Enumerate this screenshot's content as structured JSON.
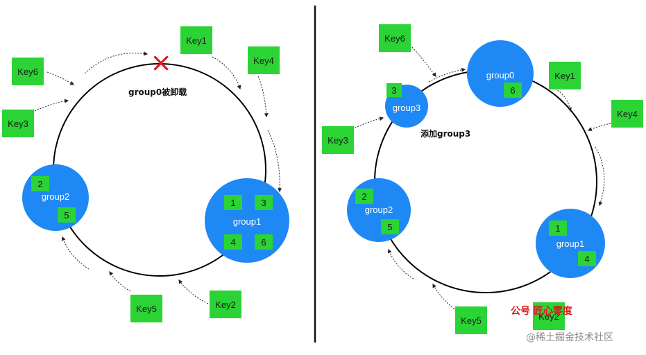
{
  "colors": {
    "key_green": "#2bd335",
    "group_blue": "#1e88f5",
    "ring": "#000000",
    "remove_mark": "#e0191f",
    "watermark_red": "#e0191f",
    "watermark_gray": "#8a8a8a"
  },
  "left": {
    "caption": "group0被卸载",
    "removed_mark": "×",
    "groups": {
      "group2": {
        "label": "group2",
        "slots": [
          "2",
          "5"
        ]
      },
      "group1": {
        "label": "group1",
        "slots": [
          "1",
          "3",
          "4",
          "6"
        ]
      }
    },
    "keys": [
      "Key1",
      "Key4",
      "Key6",
      "Key3",
      "Key5",
      "Key2"
    ]
  },
  "right": {
    "caption": "添加group3",
    "groups": {
      "group0": {
        "label": "group0",
        "slots": [
          "6"
        ]
      },
      "group3": {
        "label": "group3",
        "slots": [
          "3"
        ]
      },
      "group2": {
        "label": "group2",
        "slots": [
          "2",
          "5"
        ]
      },
      "group1": {
        "label": "group1",
        "slots": [
          "1",
          "4"
        ]
      }
    },
    "keys": [
      "Key6",
      "Key1",
      "Key4",
      "Key3",
      "Key5",
      "Key2"
    ]
  },
  "watermark": {
    "red_text": "公号 匠心零度",
    "gray_text": "@稀土掘金技术社区"
  }
}
